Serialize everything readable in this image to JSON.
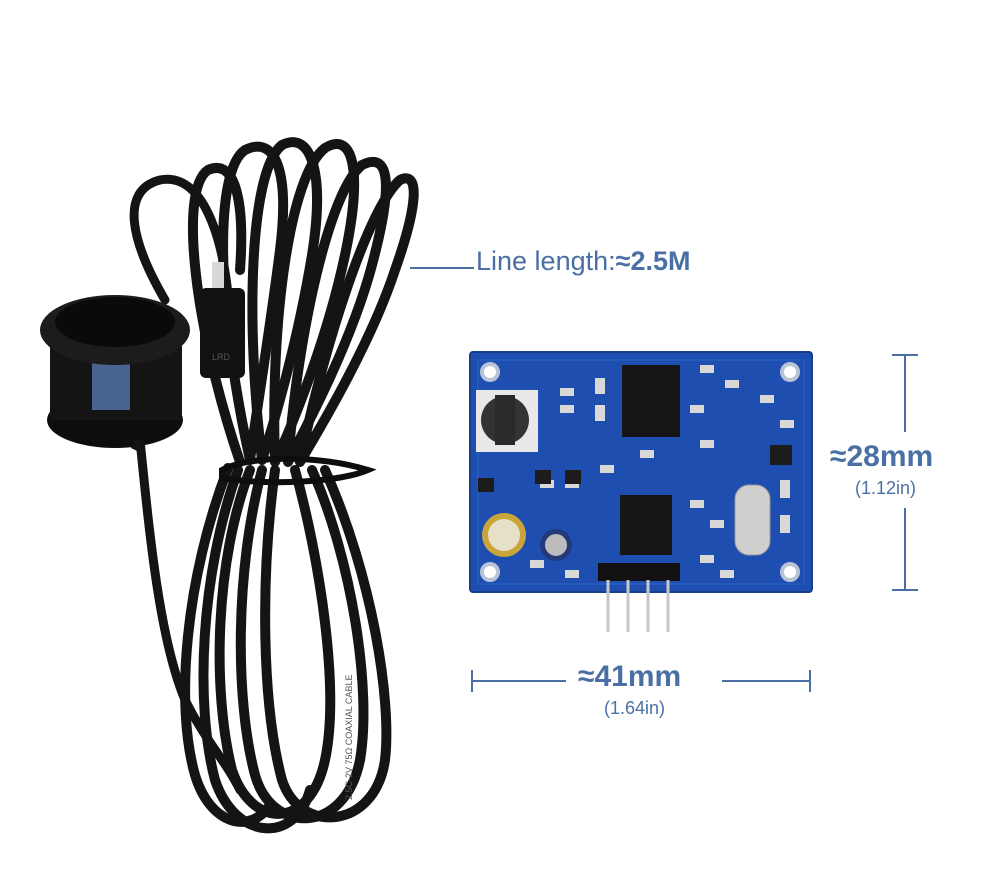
{
  "annotations": {
    "line_length_label": "Line length:",
    "line_length_value": "≈2.5M",
    "height_dim": "≈28mm",
    "height_dim_in": "(1.12in)",
    "width_dim": "≈41mm",
    "width_dim_in": "(1.64in)"
  },
  "cable_print": [
    "2.5C-2V",
    "75Ω",
    "COAXIAL",
    "CABLE"
  ],
  "colors": {
    "annotation": "#4a6fa5",
    "pcb": "#1e4fb0",
    "cable": "#151515"
  }
}
